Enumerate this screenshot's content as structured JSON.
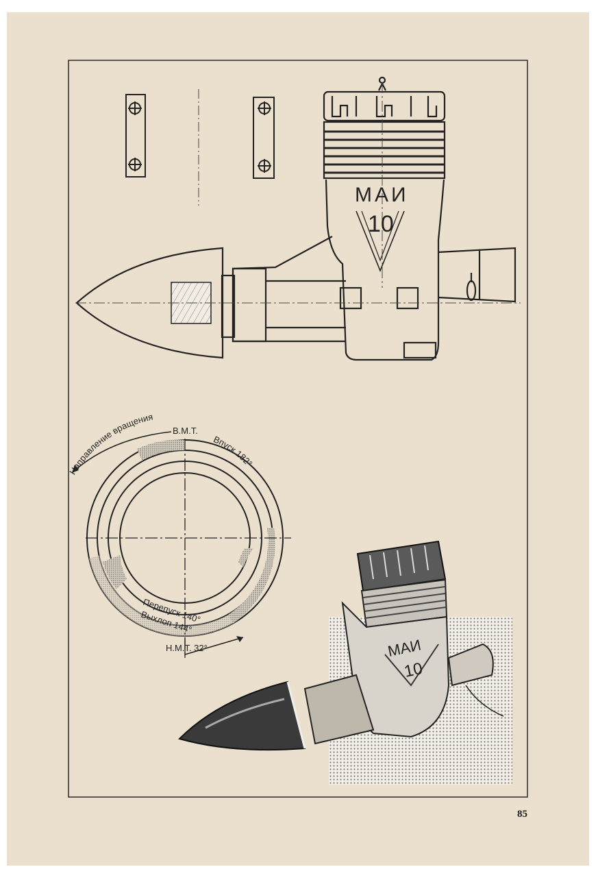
{
  "page": {
    "number": "85"
  },
  "drawing": {
    "engine_name": "МАИ",
    "engine_model": "10"
  },
  "timing_diagram": {
    "rotation_direction": "Направление вращения",
    "tdc": "В.М.Т.",
    "intake": "Впуск 182°",
    "transfer": "Перепуск 140°",
    "exhaust": "Выхлоп 144°",
    "bdc": "Н.М.Т. 32°"
  },
  "photo": {
    "engine_name": "МАИ",
    "engine_model": "10"
  },
  "colors": {
    "paper": "#ebe0cd",
    "ink": "#222222",
    "stipple": "#8a8a8a"
  }
}
